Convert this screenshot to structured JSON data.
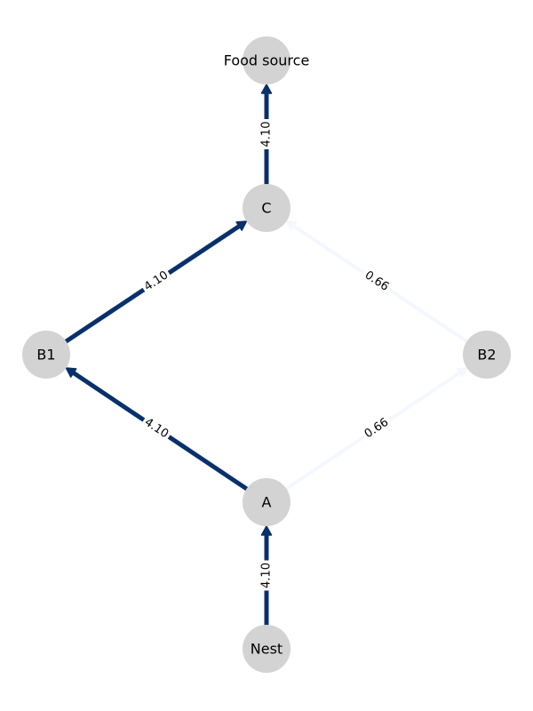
{
  "graph": {
    "colors": {
      "node_fill": "#d3d3d3",
      "strong_edge": "#08306b",
      "weak_edge": "#f5f7ff"
    },
    "nodes": [
      {
        "id": "food",
        "label": "Food source"
      },
      {
        "id": "C",
        "label": "C"
      },
      {
        "id": "B1",
        "label": "B1"
      },
      {
        "id": "B2",
        "label": "B2"
      },
      {
        "id": "A",
        "label": "A"
      },
      {
        "id": "nest",
        "label": "Nest"
      }
    ],
    "edges": [
      {
        "from": "nest",
        "to": "A",
        "weight": 4.1,
        "label": "4.10",
        "directed": true
      },
      {
        "from": "A",
        "to": "B1",
        "weight": 4.1,
        "label": "4.10",
        "directed": true
      },
      {
        "from": "B1",
        "to": "C",
        "weight": 4.1,
        "label": "4.10",
        "directed": true
      },
      {
        "from": "C",
        "to": "food",
        "weight": 4.1,
        "label": "4.10",
        "directed": true
      },
      {
        "from": "A",
        "to": "B2",
        "weight": 0.66,
        "label": "0.66",
        "directed": true
      },
      {
        "from": "B2",
        "to": "C",
        "weight": 0.66,
        "label": "0.66",
        "directed": true
      }
    ]
  }
}
